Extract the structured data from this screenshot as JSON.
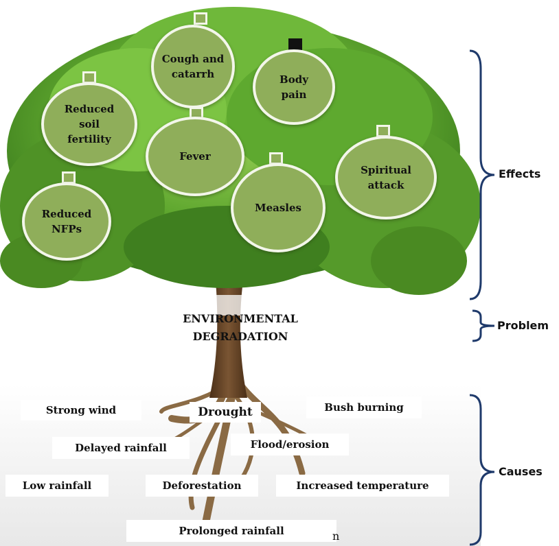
{
  "effects": [
    {
      "id": "cough",
      "text": "Cough and catarrh"
    },
    {
      "id": "body_pain",
      "text": "Body pain"
    },
    {
      "id": "soil",
      "text": "Reduced soil fertility"
    },
    {
      "id": "fever",
      "text": "Fever"
    },
    {
      "id": "spiritual",
      "text": "Spiritual attack"
    },
    {
      "id": "nfps",
      "text": "Reduced NFPs"
    },
    {
      "id": "measles",
      "text": "Measles"
    }
  ],
  "problem": {
    "line1": "ENVIRONMENTAL",
    "line2": "DEGRADATION"
  },
  "causes": {
    "strong_wind": "Strong wind",
    "drought": "Drought",
    "bush_burning": "Bush burning",
    "delayed_rainfall": "Delayed rainfall",
    "flood_erosion": "Flood/erosion",
    "low_rainfall": "Low rainfall",
    "deforestation": "Deforestation",
    "increased_temperature": "Increased temperature",
    "prolonged_rainfall": "Prolonged rainfall"
  },
  "side_labels": {
    "effects": "Effects",
    "problem": "Problem",
    "causes": "Causes"
  },
  "stray_glyph": "n",
  "colors": {
    "bubble": "#8fae5a",
    "foliage_light": "#7fbf3f",
    "foliage_dark": "#3f7f1f",
    "trunk": "#6b4a2b"
  }
}
